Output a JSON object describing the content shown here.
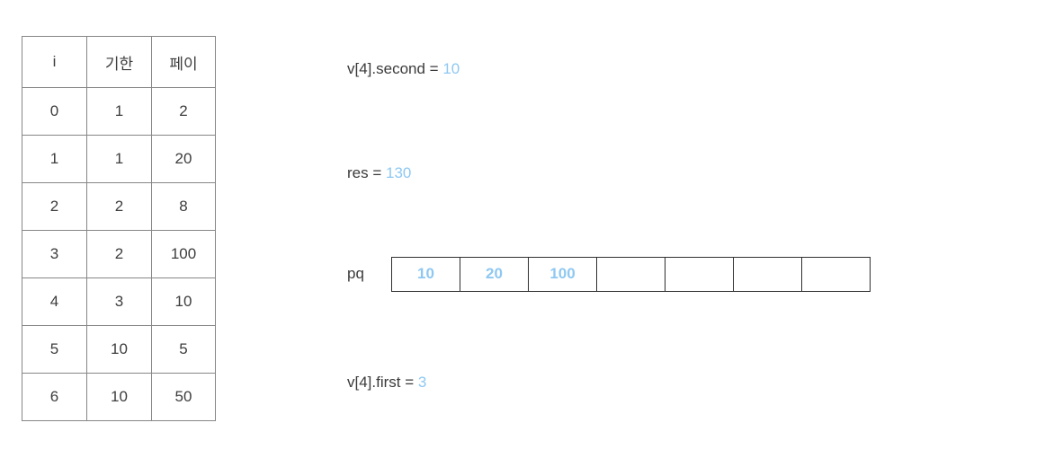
{
  "table": {
    "headers": [
      "i",
      "기한",
      "페이"
    ],
    "rows": [
      [
        "0",
        "1",
        "2"
      ],
      [
        "1",
        "1",
        "20"
      ],
      [
        "2",
        "2",
        "8"
      ],
      [
        "3",
        "2",
        "100"
      ],
      [
        "4",
        "3",
        "10"
      ],
      [
        "5",
        "10",
        "5"
      ],
      [
        "6",
        "10",
        "50"
      ]
    ]
  },
  "expressions": {
    "second": {
      "name": "v[4].second",
      "eq": " = ",
      "value": "10"
    },
    "res": {
      "name": "res",
      "eq": " = ",
      "value": "130"
    },
    "first": {
      "name": "v[4].first",
      "eq": " = ",
      "value": "3"
    }
  },
  "pq": {
    "label": "pq",
    "cells": [
      "10",
      "20",
      "100",
      "",
      "",
      "",
      ""
    ]
  },
  "colors": {
    "value_blue": "#8ec8f2",
    "text": "#3b3b3b",
    "table_border": "#868686",
    "array_border": "#2f2f2f",
    "background": "#ffffff"
  }
}
